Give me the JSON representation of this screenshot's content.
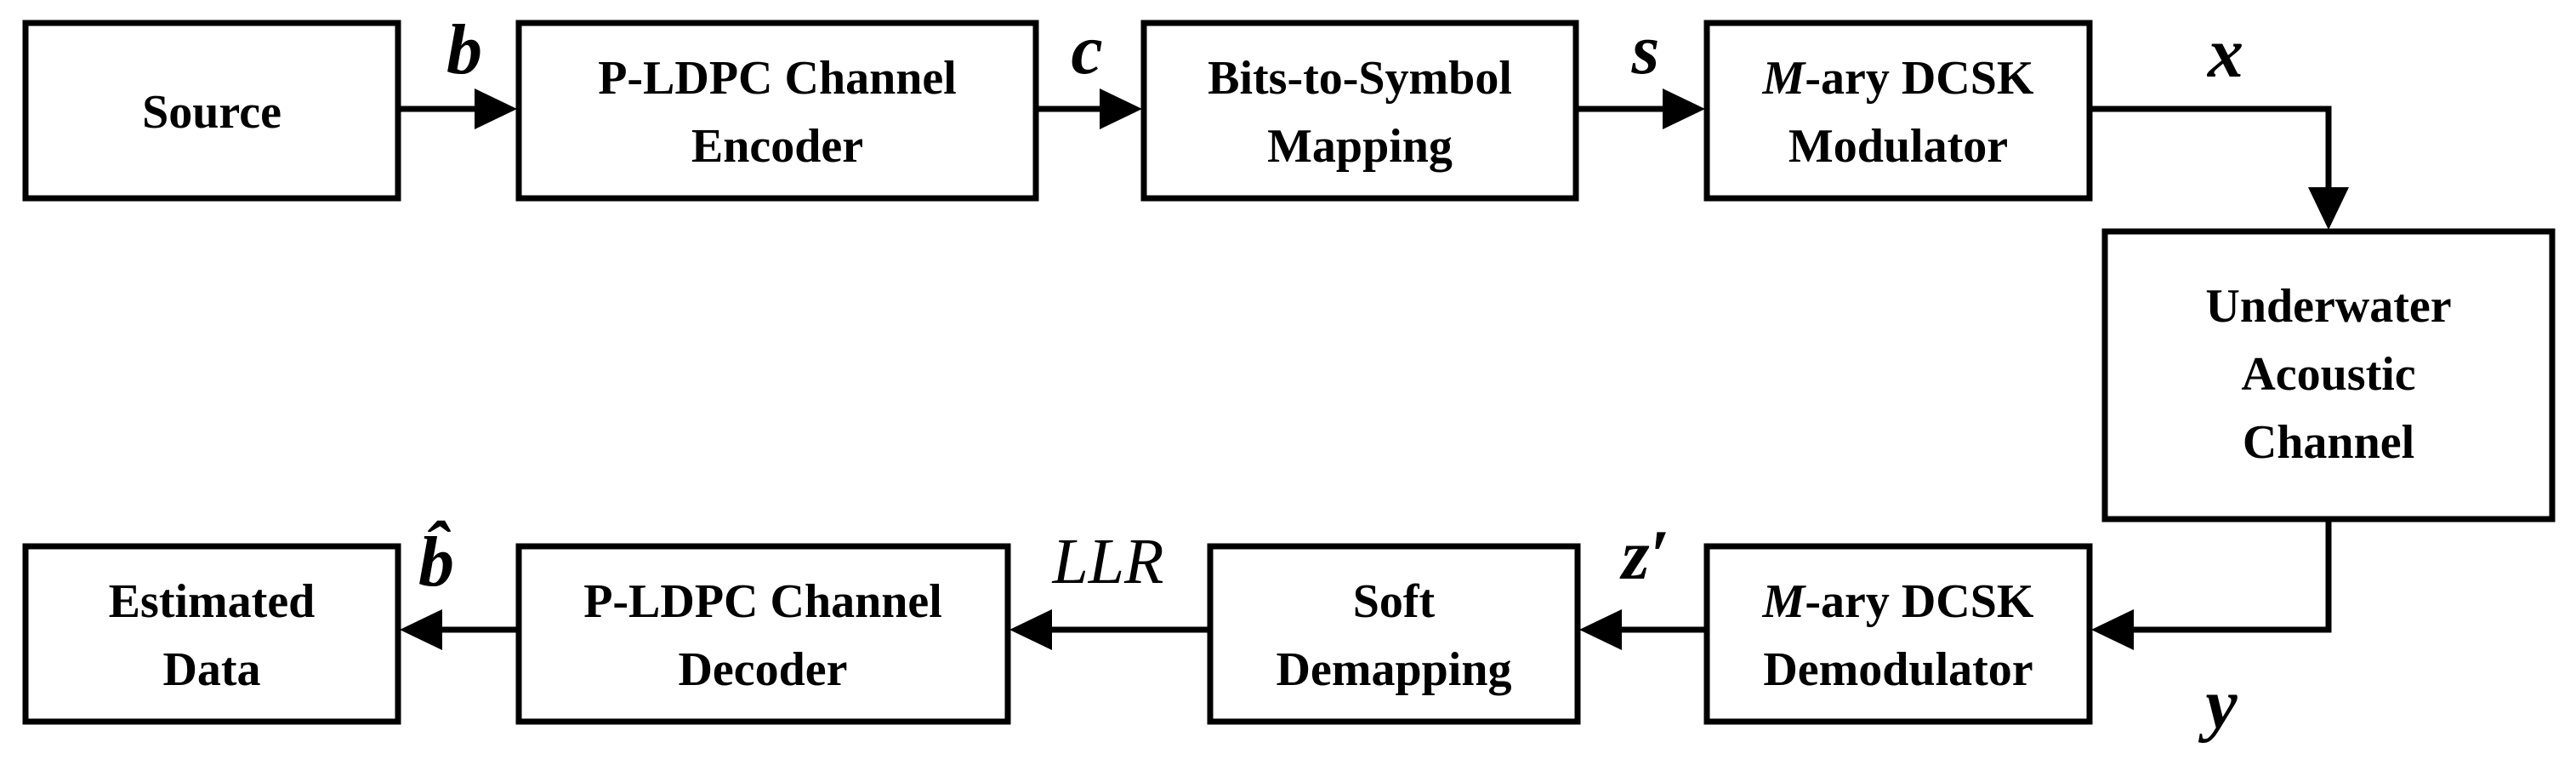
{
  "blocks": {
    "source": {
      "lines": [
        "Source"
      ]
    },
    "encoder": {
      "lines": [
        "P-LDPC Channel",
        "Encoder"
      ]
    },
    "mapper": {
      "lines": [
        "Bits-to-Symbol",
        "Mapping"
      ]
    },
    "modulator": {
      "italic_prefix": "M",
      "line1_rest": "-ary DCSK",
      "line2": "Modulator"
    },
    "channel": {
      "lines": [
        "Underwater",
        "Acoustic",
        "Channel"
      ]
    },
    "demodulator": {
      "italic_prefix": "M",
      "line1_rest": "-ary DCSK",
      "line2": "Demodulator"
    },
    "demapper": {
      "lines": [
        "Soft",
        "Demapping"
      ]
    },
    "decoder": {
      "lines": [
        "P-LDPC Channel",
        "Decoder"
      ]
    },
    "output": {
      "lines": [
        "Estimated",
        "Data"
      ]
    }
  },
  "signals": {
    "b": "b",
    "c": "c",
    "s": "s",
    "x": "x",
    "y": "y",
    "z_prime": "z′",
    "llr": "LLR",
    "b_hat": "b̂"
  }
}
